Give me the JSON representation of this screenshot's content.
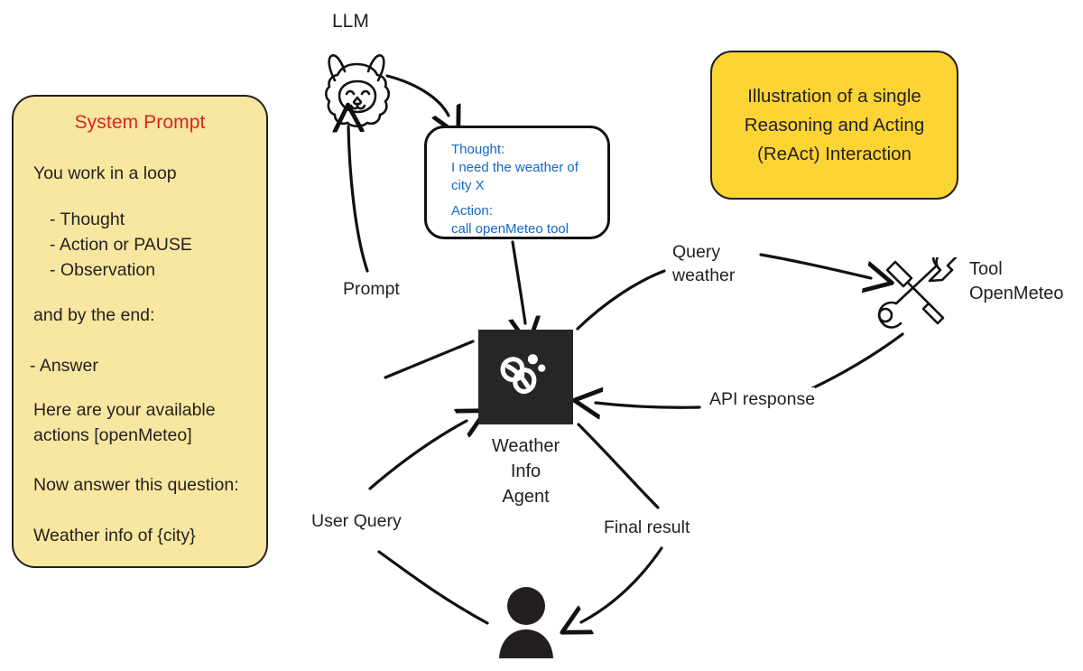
{
  "diagram": {
    "legend": {
      "text": "Illustration of a single\nReasoning and Acting\n(ReAct) Interaction",
      "bg_color": "#FCD434"
    },
    "system_prompt": {
      "title": "System Prompt",
      "title_color": "#E12026",
      "bg_color": "#F8E7A0",
      "lines": [
        {
          "text": "You work in a loop",
          "indent": false
        },
        {
          "text": "- Thought",
          "indent": true
        },
        {
          "text": "- Action or PAUSE",
          "indent": true
        },
        {
          "text": "- Observation",
          "indent": true
        },
        {
          "text": "and by the end:",
          "indent": false
        },
        {
          "text": "- Answer",
          "indent": false
        },
        {
          "text": "Here are your available",
          "indent": false
        },
        {
          "text": "actions [openMeteo]",
          "indent": false
        },
        {
          "text": "Now answer this question:",
          "indent": false
        },
        {
          "text": "Weather info of {city}",
          "indent": false
        }
      ]
    },
    "thought_bubble": {
      "text_color": "#1369C6",
      "lines": [
        "Thought:",
        "I need the weather of",
        "city X",
        "Action:",
        "call openMeteo tool"
      ]
    },
    "nodes": {
      "llm": {
        "label": "LLM",
        "icon": "llama-icon"
      },
      "agent": {
        "label": "Weather\nInfo\nAgent",
        "icon": "agent-logo-icon",
        "bg_color": "#262626"
      },
      "tool": {
        "label": "Tool\nOpenMeteo",
        "icon": "tools-icon"
      },
      "user": {
        "label": "",
        "icon": "user-icon"
      }
    },
    "edges": [
      {
        "label": "Prompt",
        "from": "agent",
        "to": "llm"
      },
      {
        "label": "Query\nweather",
        "from": "agent",
        "to": "tool"
      },
      {
        "label": "API response",
        "from": "tool",
        "to": "agent"
      },
      {
        "label": "User Query",
        "from": "user",
        "to": "agent"
      },
      {
        "label": "Final result",
        "from": "agent",
        "to": "user"
      }
    ]
  }
}
